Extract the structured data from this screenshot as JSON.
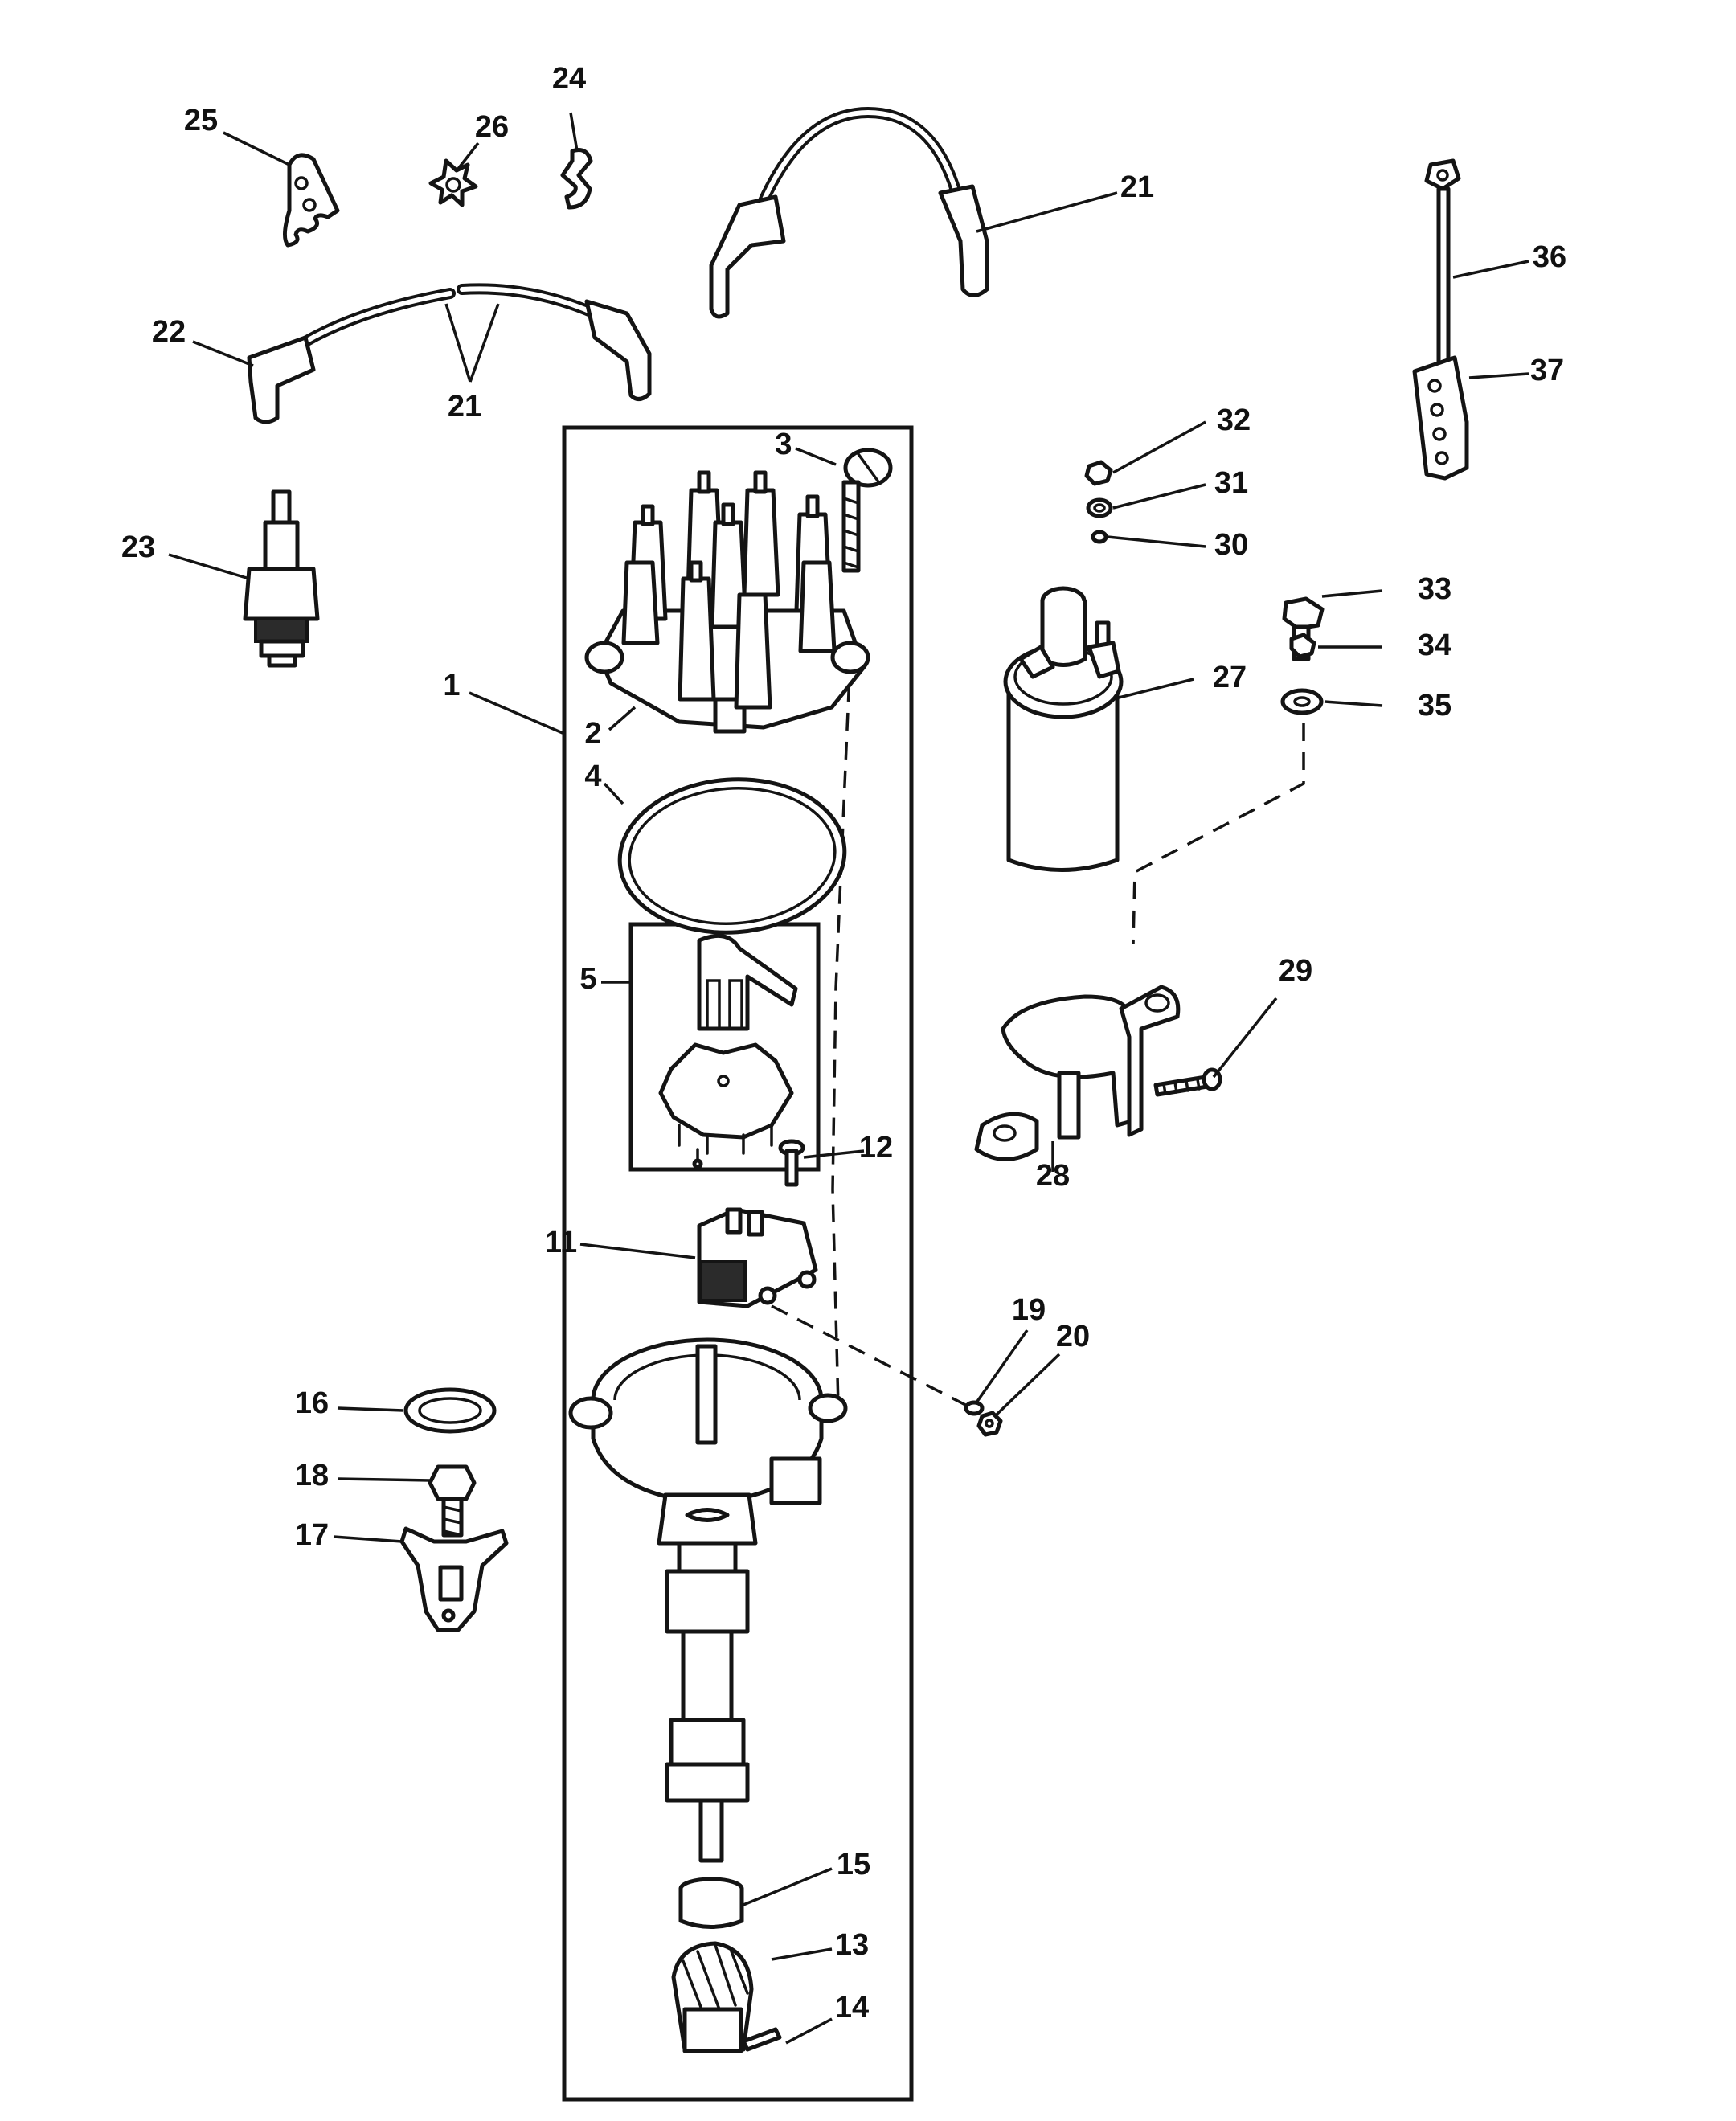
{
  "callouts": {
    "c1": "1",
    "c2": "2",
    "c3": "3",
    "c4": "4",
    "c5": "5",
    "c11": "11",
    "c12": "12",
    "c13": "13",
    "c14": "14",
    "c15": "15",
    "c16": "16",
    "c17": "17",
    "c18": "18",
    "c19": "19",
    "c20": "20",
    "c21a": "21",
    "c21b": "21",
    "c22": "22",
    "c23": "23",
    "c24": "24",
    "c25": "25",
    "c26": "26",
    "c27": "27",
    "c28": "28",
    "c29": "29",
    "c30": "30",
    "c31": "31",
    "c32": "32",
    "c33": "33",
    "c34": "34",
    "c35": "35",
    "c36": "36",
    "c37": "37"
  }
}
